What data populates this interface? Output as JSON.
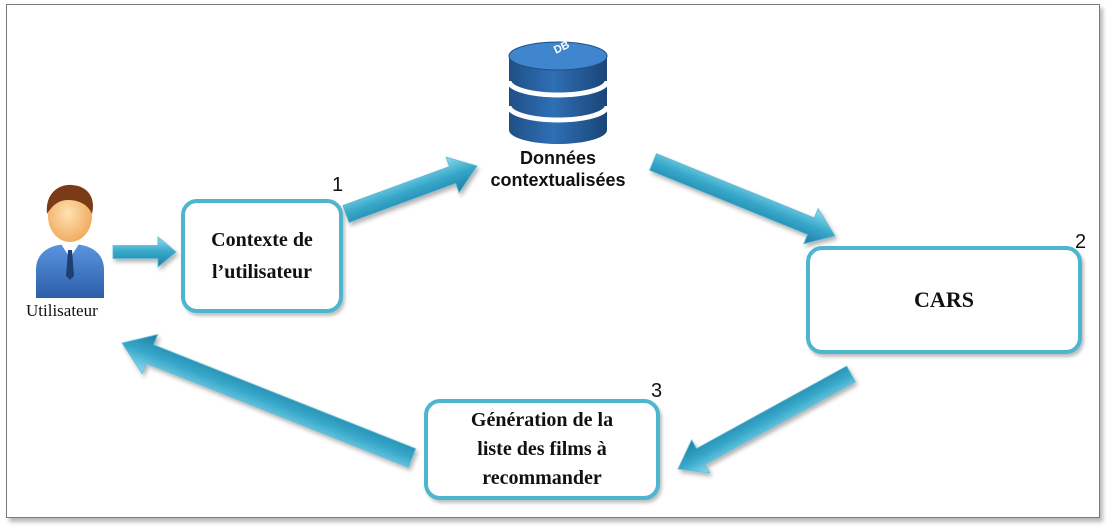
{
  "diagram": {
    "user": {
      "label": "Utilisateur",
      "icon": "user-icon"
    },
    "database": {
      "badge": "DB",
      "label_line1": "Données",
      "label_line2": "contextualisées",
      "icon": "database-icon"
    },
    "context_box": {
      "line1": "Contexte de",
      "line2": "l’utilisateur",
      "step": "1"
    },
    "cars_box": {
      "label": "CARS",
      "step": "2"
    },
    "generation_box": {
      "line1": "Génération de la",
      "line2": "liste des films à",
      "line3": "recommander",
      "step": "3"
    }
  },
  "colors": {
    "box_border": "#4cb6cf",
    "arrow_fill": "#3aa8c8",
    "db_blue": "#2b63a6",
    "user_shirt": "#3f7bd0"
  }
}
